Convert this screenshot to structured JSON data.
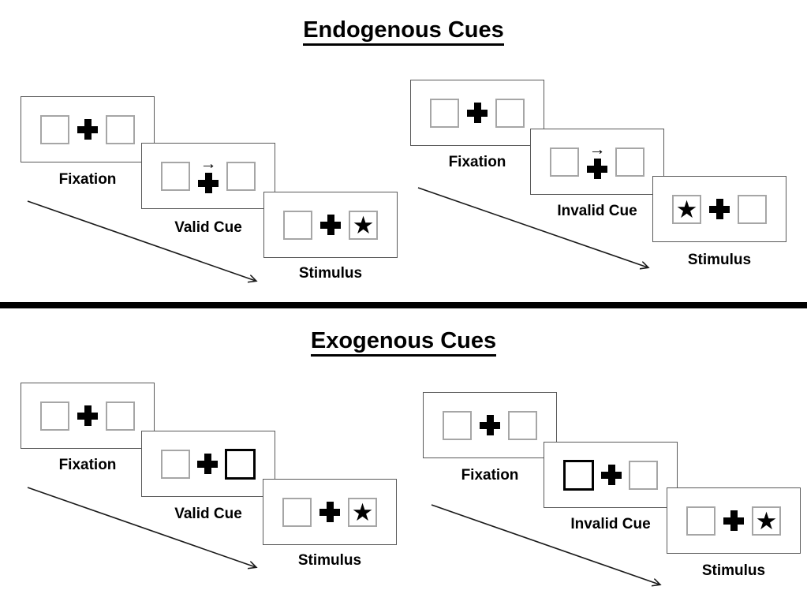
{
  "symbols": {
    "fixation_cross": "✚",
    "star": "★",
    "cue_arrow": "→"
  },
  "colors": {
    "panel_border": "#595959",
    "placeholder_box_border": "#a6a6a6",
    "cue_box_border": "#000000",
    "text": "#000000",
    "divider": "#000000"
  },
  "sections": [
    {
      "title": "Endogenous Cues",
      "groups": [
        {
          "trial_type": "valid",
          "cue_style": "central-arrow",
          "cue_direction": "right",
          "stimulus_side": "right",
          "cards": [
            {
              "label": "Fixation"
            },
            {
              "label": "Valid Cue"
            },
            {
              "label": "Stimulus"
            }
          ]
        },
        {
          "trial_type": "invalid",
          "cue_style": "central-arrow",
          "cue_direction": "right",
          "stimulus_side": "left",
          "cards": [
            {
              "label": "Fixation"
            },
            {
              "label": "Invalid Cue"
            },
            {
              "label": "Stimulus"
            }
          ]
        }
      ]
    },
    {
      "title": "Exogenous Cues",
      "groups": [
        {
          "trial_type": "valid",
          "cue_style": "box-highlight",
          "cue_box_side": "right",
          "stimulus_side": "right",
          "cards": [
            {
              "label": "Fixation"
            },
            {
              "label": "Valid Cue"
            },
            {
              "label": "Stimulus"
            }
          ]
        },
        {
          "trial_type": "invalid",
          "cue_style": "box-highlight",
          "cue_box_side": "left",
          "stimulus_side": "right",
          "cards": [
            {
              "label": "Fixation"
            },
            {
              "label": "Invalid Cue"
            },
            {
              "label": "Stimulus"
            }
          ]
        }
      ]
    }
  ]
}
